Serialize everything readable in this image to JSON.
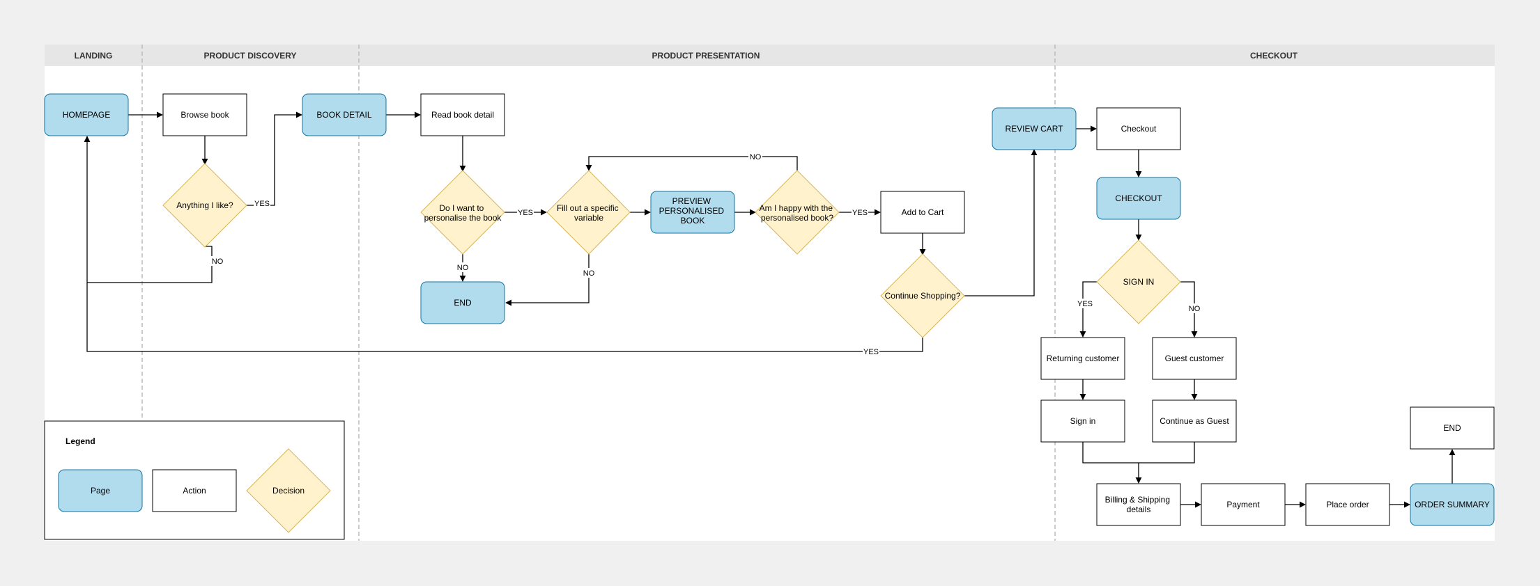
{
  "colors": {
    "page_bg": "#f0f0f0",
    "canvas_bg": "#ffffff",
    "lane_header_bg": "#e6e6e6",
    "page_fill": "#b1dcee",
    "page_stroke": "#10739e",
    "decision_fill": "#fff2cc",
    "decision_stroke": "#d6b656",
    "action_fill": "#ffffff",
    "line": "#000000",
    "divider": "#bbbbbb"
  },
  "lanes": [
    "LANDING",
    "PRODUCT DISCOVERY",
    "PRODUCT PRESENTATION",
    "CHECKOUT"
  ],
  "nodes": {
    "homepage": "HOMEPAGE",
    "browse_book": "Browse book",
    "anything_i_like": "Anything I like?",
    "book_detail": "BOOK DETAIL",
    "read_book_detail": "Read book detail",
    "personalise_q": [
      "Do I want to",
      "personalise the book"
    ],
    "fill_variable": [
      "Fill out a specific",
      "variable"
    ],
    "preview_book": [
      "PREVIEW",
      "PERSONALISED",
      "BOOK"
    ],
    "happy_q": [
      "Am I happy with the",
      "personalised book?"
    ],
    "add_to_cart": "Add to Cart",
    "continue_shopping": "Continue Shopping?",
    "end_presentation": "END",
    "review_cart": "REVIEW CART",
    "checkout_action": "Checkout",
    "checkout_page": "CHECKOUT",
    "sign_in_q": "SIGN IN",
    "returning_customer": "Returning customer",
    "guest_customer": "Guest customer",
    "sign_in": "Sign in",
    "continue_as_guest": "Continue as Guest",
    "billing_shipping": [
      "Billing & Shipping",
      "details"
    ],
    "payment": "Payment",
    "place_order": "Place order",
    "order_summary": "ORDER SUMMARY",
    "end_checkout": "END"
  },
  "edge_labels": {
    "yes": "YES",
    "no": "NO"
  },
  "legend": {
    "title": "Legend",
    "page": "Page",
    "action": "Action",
    "decision": "Decision"
  }
}
